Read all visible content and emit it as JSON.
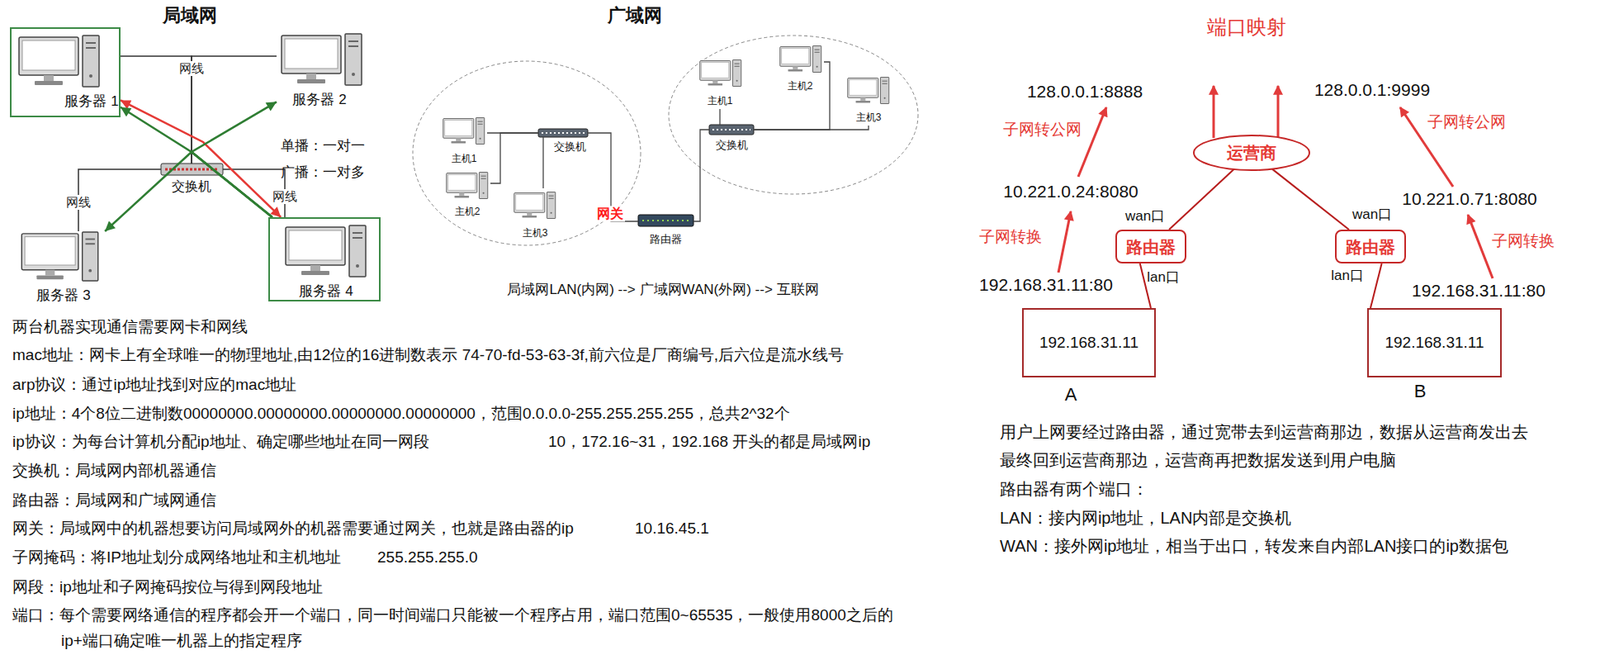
{
  "diagram": {
    "nodes": [
      {
        "text": [
          "服务器 1"
        ]
      },
      {
        "text": [
          "服务器 2"
        ]
      },
      {
        "text": [
          "交换机"
        ]
      },
      {
        "text": [
          "服务器 3"
        ]
      },
      {
        "text": [
          "服务器 4"
        ]
      },
      {
        "text": [
          "主机1"
        ]
      },
      {
        "text": [
          "主机2"
        ]
      },
      {
        "text": [
          "主机3"
        ]
      },
      {
        "text": [
          "交换机"
        ]
      },
      {
        "text": [
          "路由器"
        ]
      },
      {
        "text": [
          "主机1"
        ]
      },
      {
        "text": [
          "主机2"
        ]
      },
      {
        "text": [
          "主机3"
        ]
      },
      {
        "text": [
          "交换机"
        ]
      },
      {
        "text": [
          "运营商"
        ]
      },
      {
        "text": [
          "路由器"
        ]
      },
      {
        "text": [
          "路由器"
        ]
      },
      {
        "text": [
          "192.168.31.11",
          "A"
        ]
      },
      {
        "text": [
          "192.168.31.11",
          "B"
        ]
      }
    ],
    "edges": [
      {
        "from": 2,
        "to": 0,
        "arrow": "none",
        "label": "网线"
      },
      {
        "from": 2,
        "to": 1,
        "arrow": "none"
      },
      {
        "from": 2,
        "to": 3,
        "arrow": "none",
        "label": "网线"
      },
      {
        "from": 2,
        "to": 4,
        "arrow": "none",
        "label": "网线"
      },
      {
        "from": 0,
        "to": 4,
        "arrow": "both"
      },
      {
        "from": 4,
        "to": 0,
        "arrow": "to"
      },
      {
        "from": 4,
        "to": 1,
        "arrow": "to"
      },
      {
        "from": 4,
        "to": 3,
        "arrow": "to"
      },
      {
        "from": 5,
        "to": 8,
        "arrow": "none"
      },
      {
        "from": 6,
        "to": 8,
        "arrow": "none"
      },
      {
        "from": 7,
        "to": 8,
        "arrow": "none"
      },
      {
        "from": 8,
        "to": 9,
        "arrow": "none"
      },
      {
        "from": 9,
        "to": 13,
        "arrow": "none"
      },
      {
        "from": 10,
        "to": 13,
        "arrow": "none"
      },
      {
        "from": 11,
        "to": 13,
        "arrow": "none"
      },
      {
        "from": 12,
        "to": 13,
        "arrow": "none"
      },
      {
        "from": 15,
        "to": 14,
        "arrow": "none"
      },
      {
        "from": 16,
        "to": 14,
        "arrow": "none"
      },
      {
        "from": 15,
        "to": 17,
        "arrow": "none"
      },
      {
        "from": 16,
        "to": 18,
        "arrow": "none"
      }
    ],
    "labels": [
      "局域网",
      "单播：一对一",
      "广播：一对多",
      "广域网",
      "网关",
      "局域网LAN(内网) --> 广域网WAN(外网) --> 互联网",
      "两台机器实现通信需要网卡和网线",
      "mac地址：网卡上有全球唯一的物理地址,由12位的16进制数表示 74-70-fd-53-63-3f,前六位是厂商编号,后六位是流水线号",
      "arp协议：通过ip地址找到对应的mac地址",
      "ip地址：4个8位二进制数00000000.00000000.00000000.00000000，范围0.0.0.0-255.255.255.255，总共2^32个",
      "ip协议：为每台计算机分配ip地址、确定哪些地址在同一网段",
      "10，172.16~31，192.168 开头的都是局域网ip",
      "交换机：局域网内部机器通信",
      "路由器：局域网和广域网通信",
      "网关：局域网中的机器想要访问局域网外的机器需要通过网关，也就是路由器的ip",
      "10.16.45.1",
      "子网掩码：将IP地址划分成网络地址和主机地址",
      "255.255.255.0",
      "网段：ip地址和子网掩码按位与得到网段地址",
      "端口：每个需要网络通信的程序都会开一个端口，同一时间端口只能被一个程序占用，端口范围0~65535，一般使用8000之后的",
      "ip+端口确定唯一机器上的指定程序",
      "端口映射",
      "128.0.0.1:8888",
      "128.0.0.1:9999",
      "子网转公网",
      "子网转公网",
      "10.221.0.24:8080",
      "10.221.0.71:8080",
      "子网转换",
      "子网转换",
      "wan口",
      "wan口",
      "lan口",
      "lan口",
      "192.168.31.11:80",
      "192.168.31.11:80",
      "用户上网要经过路由器，通过宽带去到运营商那边，数据从运营商发出去",
      "最终回到运营商那边，运营商再把数据发送到用户电脑",
      "路由器有两个端口：",
      "LAN：接内网ip地址，LAN内部是交换机",
      "WAN：接外网ip地址，相当于出口，转发来自内部LAN接口的ip数据包"
    ]
  }
}
